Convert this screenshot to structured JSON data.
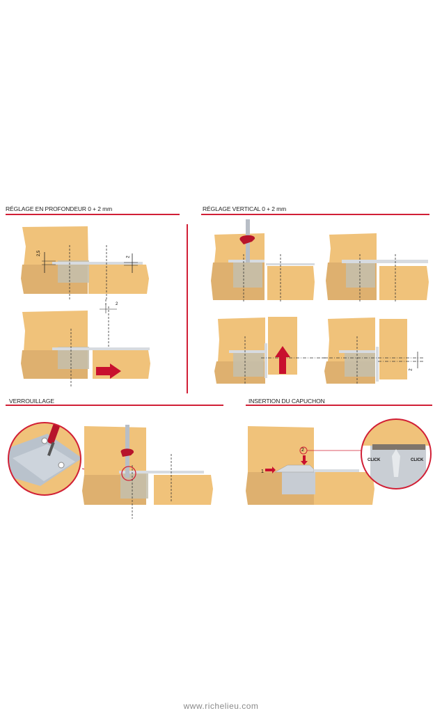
{
  "sections": {
    "depth": {
      "title": "RÉGLAGE EN PROFONDEUR 0 + 2 mm",
      "dims": [
        "2,5",
        "2",
        "2"
      ]
    },
    "vertical": {
      "title": "RÉGLAGE VERTICAL 0 + 2 mm",
      "dims": [
        "2"
      ]
    },
    "locking": {
      "title": "VERROUILLAGE"
    },
    "cap": {
      "title": "INSERTION DU CAPUCHON",
      "steps": [
        "1",
        "2"
      ],
      "click_labels": [
        "CLICK",
        "CLICK"
      ]
    }
  },
  "footer": {
    "url": "www.richelieu.com"
  },
  "colors": {
    "wood": "#f0c27a",
    "wood_dark": "#dfb070",
    "accent_red": "#d11f35",
    "arrow_red": "#c8102e",
    "metal": "#c9ced4"
  }
}
